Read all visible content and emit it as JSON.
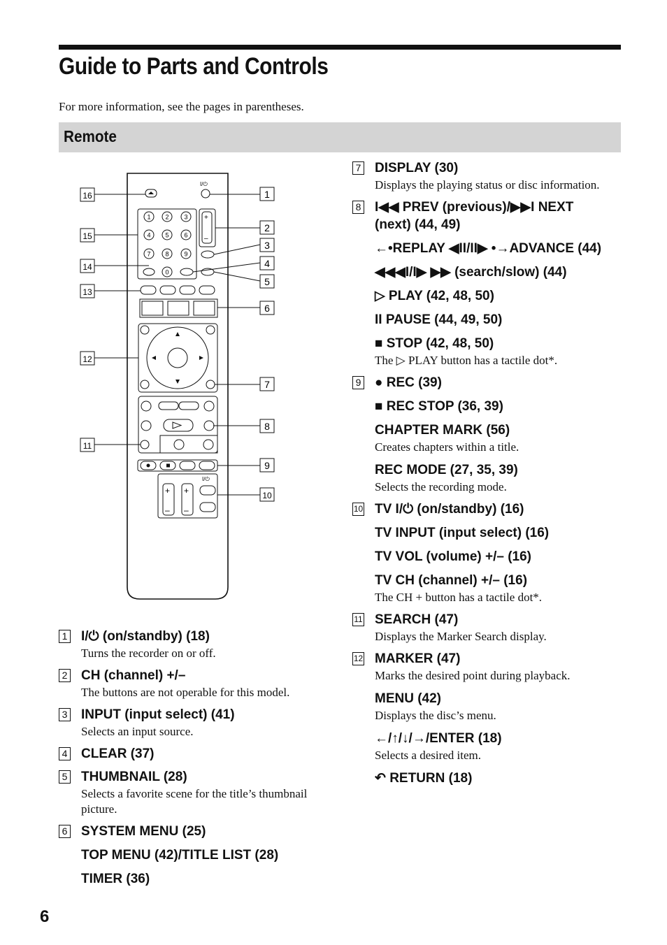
{
  "page": {
    "title": "Guide to Parts and Controls",
    "intro": "For more information, see the pages in parentheses.",
    "section": "Remote",
    "page_number": "6"
  },
  "callouts": [
    "1",
    "2",
    "3",
    "4",
    "5",
    "6",
    "7",
    "8",
    "9",
    "10",
    "11",
    "12",
    "13",
    "14",
    "15",
    "16"
  ],
  "left_entries": [
    {
      "num": "1",
      "lines": [
        {
          "head": "I/⏻ (on/standby) (18)",
          "desc": "Turns the recorder on or off."
        }
      ]
    },
    {
      "num": "2",
      "lines": [
        {
          "head": "CH (channel) +/–",
          "desc": "The buttons are not operable for this model."
        }
      ]
    },
    {
      "num": "3",
      "lines": [
        {
          "head": "INPUT (input select) (41)",
          "desc": "Selects an input source."
        }
      ]
    },
    {
      "num": "4",
      "lines": [
        {
          "head": "CLEAR (37)",
          "desc": ""
        }
      ]
    },
    {
      "num": "5",
      "lines": [
        {
          "head": "THUMBNAIL (28)",
          "desc": "Selects a favorite scene for the title’s thumbnail picture."
        }
      ]
    },
    {
      "num": "6",
      "lines": [
        {
          "head": "SYSTEM MENU (25)",
          "desc": ""
        },
        {
          "head": "TOP MENU (42)/TITLE LIST (28)",
          "desc": ""
        },
        {
          "head": "TIMER (36)",
          "desc": ""
        }
      ]
    }
  ],
  "right_entries": [
    {
      "num": "7",
      "lines": [
        {
          "head": "DISPLAY (30)",
          "desc": "Displays the playing status or disc information."
        }
      ]
    },
    {
      "num": "8",
      "lines": [
        {
          "head": "I◀◀ PREV (previous)/▶▶I NEXT (next) (44, 49)",
          "desc": ""
        },
        {
          "head": "←•REPLAY ◀II/II▶ •→ADVANCE (44)",
          "desc": ""
        },
        {
          "head": "◀◀◀I/I▶ ▶▶ (search/slow) (44)",
          "desc": ""
        },
        {
          "head": "▷ PLAY (42, 48, 50)",
          "desc": ""
        },
        {
          "head": "II PAUSE (44, 49, 50)",
          "desc": ""
        },
        {
          "head": "■ STOP (42, 48, 50)",
          "desc": "The ▷ PLAY button has a tactile dot*."
        }
      ]
    },
    {
      "num": "9",
      "lines": [
        {
          "head": "● REC (39)",
          "desc": ""
        },
        {
          "head": "■ REC STOP (36, 39)",
          "desc": ""
        },
        {
          "head": "CHAPTER MARK (56)",
          "desc": "Creates chapters within a title."
        },
        {
          "head": "REC MODE (27, 35, 39)",
          "desc": "Selects the recording mode."
        }
      ]
    },
    {
      "num": "10",
      "lines": [
        {
          "head": "TV I/⏻ (on/standby) (16)",
          "desc": ""
        },
        {
          "head": "TV INPUT (input select) (16)",
          "desc": ""
        },
        {
          "head": "TV VOL (volume) +/– (16)",
          "desc": ""
        },
        {
          "head": "TV CH (channel) +/– (16)",
          "desc": "The CH + button has a tactile dot*."
        }
      ]
    },
    {
      "num": "11",
      "lines": [
        {
          "head": "SEARCH (47)",
          "desc": "Displays the Marker Search display."
        }
      ]
    },
    {
      "num": "12",
      "lines": [
        {
          "head": "MARKER (47)",
          "desc": "Marks the desired point during playback."
        },
        {
          "head": "MENU (42)",
          "desc": "Displays the disc’s menu."
        },
        {
          "head": "←/↑/↓/→/ENTER (18)",
          "desc": "Selects a desired item."
        },
        {
          "head": "↶ RETURN (18)",
          "desc": ""
        }
      ]
    }
  ],
  "remote": {
    "power_glyph": "I/⏻",
    "tv_power_glyph": "I/⏻",
    "digits": [
      "1",
      "2",
      "3",
      "4",
      "5",
      "6",
      "7",
      "8",
      "9",
      "0"
    ],
    "vol_plus": "+",
    "vol_minus": "–"
  }
}
